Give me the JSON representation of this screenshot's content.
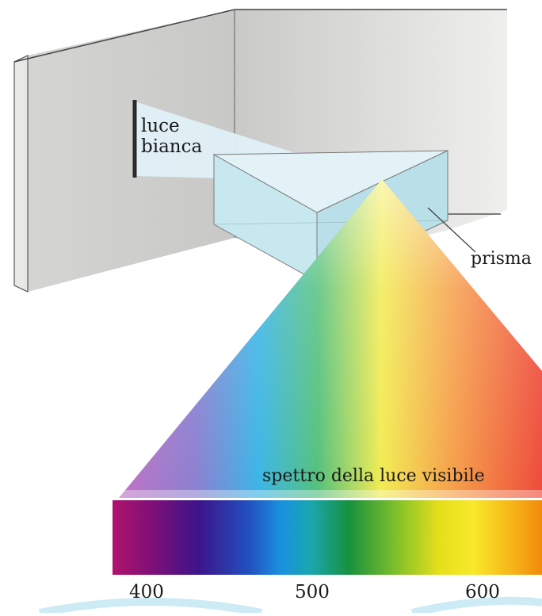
{
  "labels": {
    "white_light_line1": "luce",
    "white_light_line2": "bianca",
    "prism": "prisma",
    "spectrum": "spettro della luce visibile"
  },
  "spectrum_scale": {
    "ticks": [
      "400",
      "500",
      "600"
    ]
  },
  "colors": {
    "wall": "#cfcfcd",
    "white_light": "#dff0f7",
    "prism": "#c7e6ef",
    "spectrum": [
      "#b0126e",
      "#3c148a",
      "#1a8fe0",
      "#17913e",
      "#f3e51d",
      "#f18a0c"
    ]
  }
}
